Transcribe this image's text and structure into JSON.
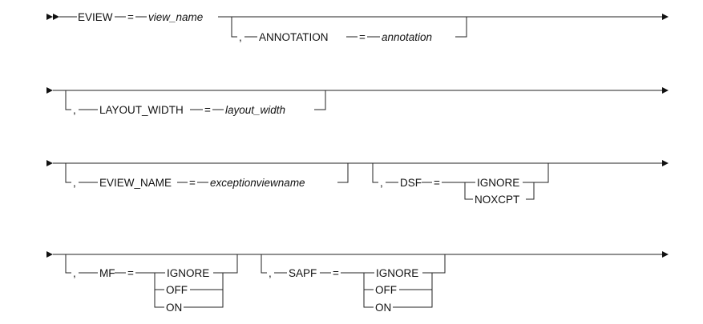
{
  "syntax_diagram": {
    "row1": {
      "keyword": "EVIEW",
      "equals": "=",
      "variable": "view_name",
      "optional": {
        "comma": ",",
        "keyword": "ANNOTATION",
        "equals": "=",
        "variable": "annotation"
      }
    },
    "row2": {
      "optional": {
        "comma": ",",
        "keyword": "LAYOUT_WIDTH",
        "equals": "=",
        "variable": "layout_width"
      }
    },
    "row3": {
      "optional_name": {
        "comma": ",",
        "keyword": "EVIEW_NAME",
        "equals": "=",
        "variable": "exceptionviewname"
      },
      "optional_dsf": {
        "comma": ",",
        "keyword": "DSF",
        "equals": "=",
        "choices": [
          "IGNORE",
          "NOXCPT"
        ]
      }
    },
    "row4": {
      "optional_mf": {
        "comma": ",",
        "keyword": "MF",
        "equals": "=",
        "choices": [
          "IGNORE",
          "OFF",
          "ON"
        ]
      },
      "optional_sapf": {
        "comma": ",",
        "keyword": "SAPF",
        "equals": "=",
        "choices": [
          "IGNORE",
          "OFF",
          "ON"
        ]
      }
    }
  }
}
